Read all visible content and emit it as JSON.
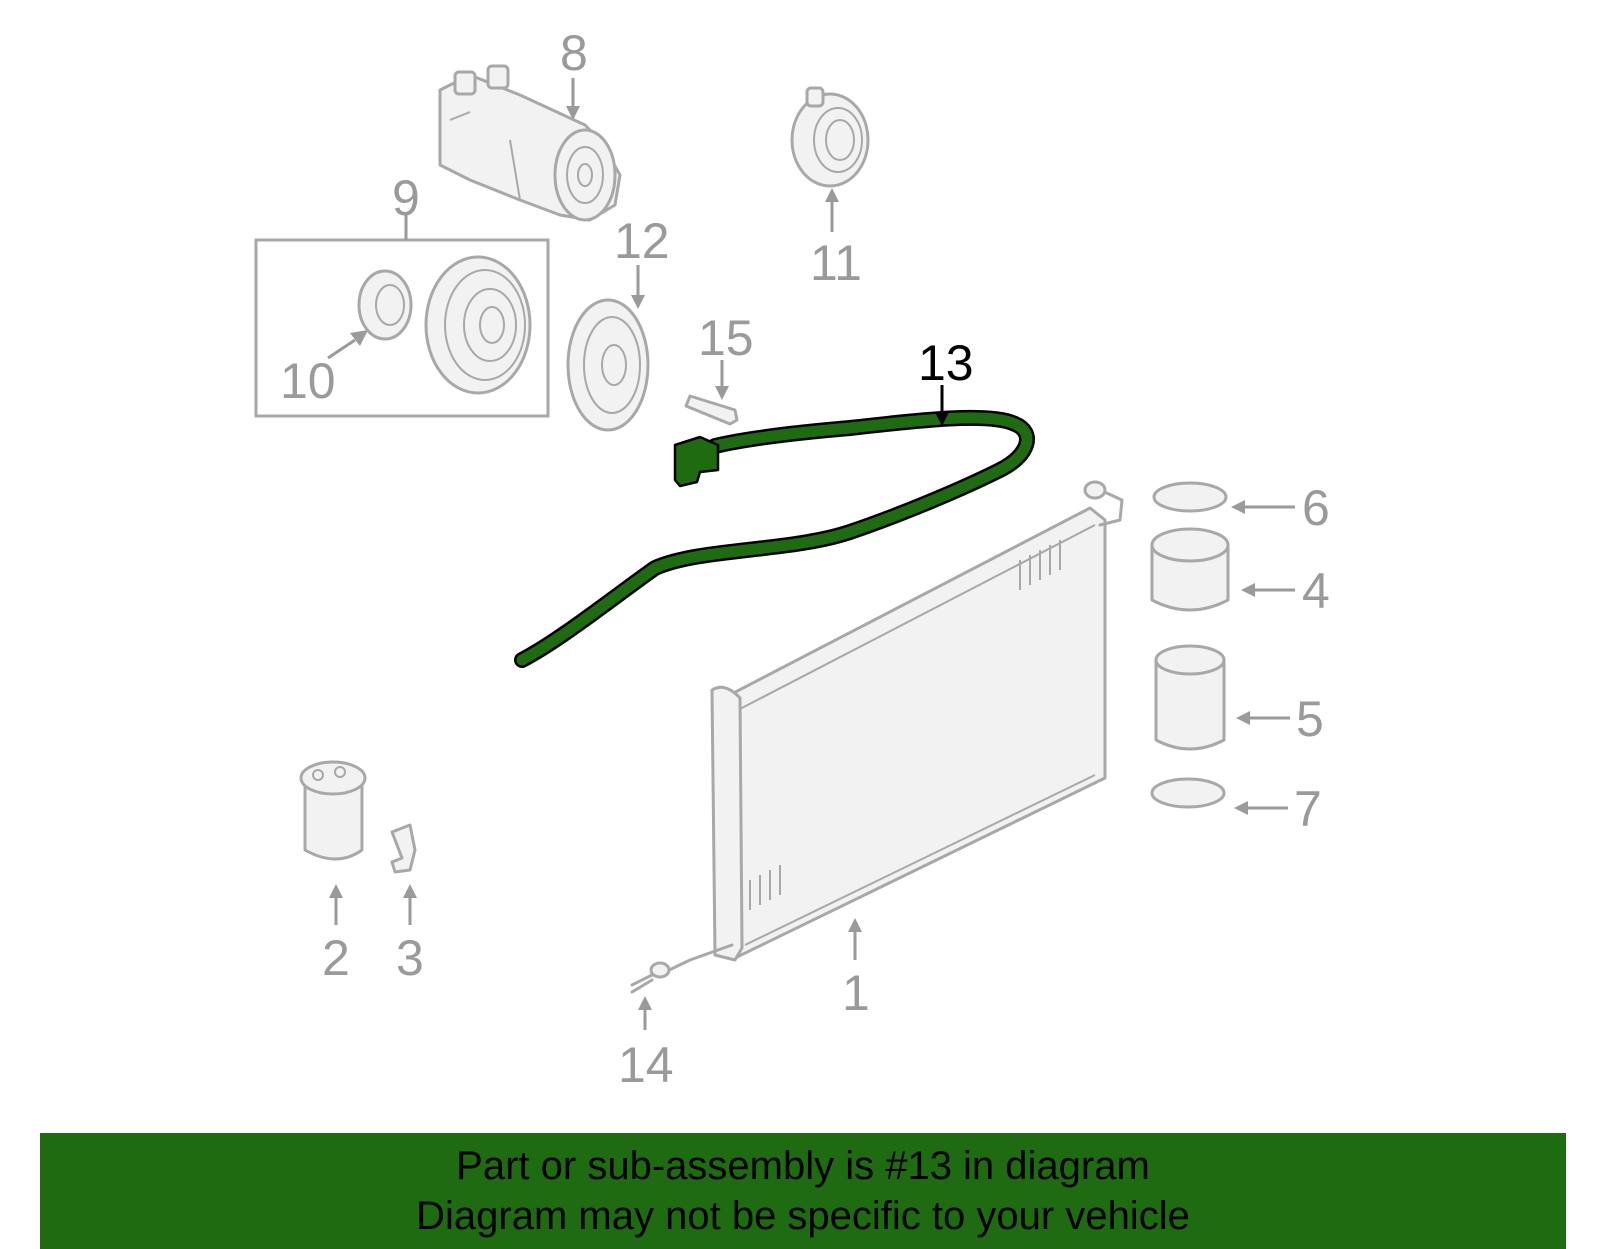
{
  "diagram": {
    "highlight_color": "#1f6b12",
    "callouts": [
      {
        "id": "1",
        "text": "1"
      },
      {
        "id": "2",
        "text": "2"
      },
      {
        "id": "3",
        "text": "3"
      },
      {
        "id": "4",
        "text": "4"
      },
      {
        "id": "5",
        "text": "5"
      },
      {
        "id": "6",
        "text": "6"
      },
      {
        "id": "7",
        "text": "7"
      },
      {
        "id": "8",
        "text": "8"
      },
      {
        "id": "9",
        "text": "9"
      },
      {
        "id": "10",
        "text": "10"
      },
      {
        "id": "11",
        "text": "11"
      },
      {
        "id": "12",
        "text": "12"
      },
      {
        "id": "13",
        "text": "13",
        "highlighted": true
      },
      {
        "id": "14",
        "text": "14"
      },
      {
        "id": "15",
        "text": "15"
      }
    ]
  },
  "banner": {
    "background": "#1f6b12",
    "line1": "Part or sub-assembly is #13 in diagram",
    "line2": "Diagram may not be specific to your vehicle"
  }
}
